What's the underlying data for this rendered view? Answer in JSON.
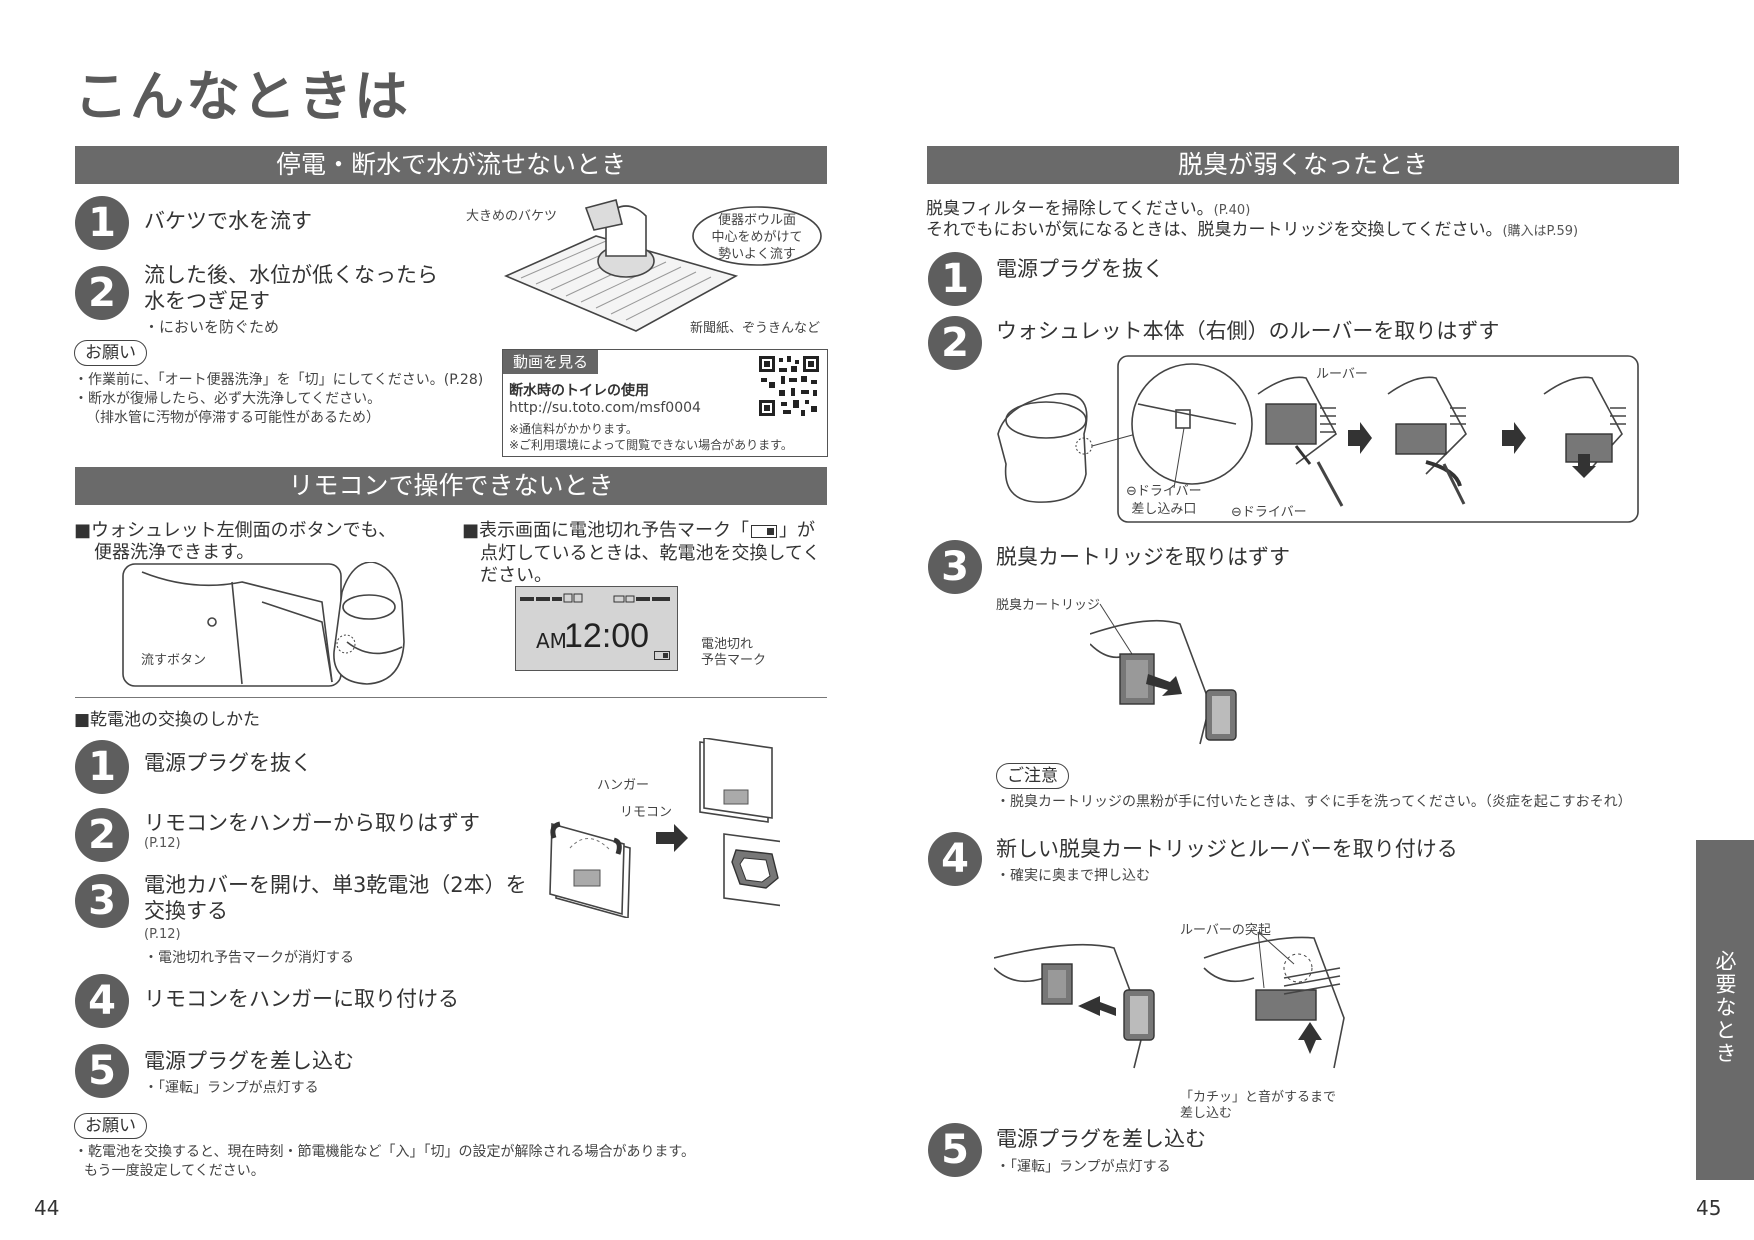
{
  "page_title": "こんなときは",
  "left": {
    "section1": {
      "title": "停電・断水で水が流せないとき",
      "step1": "バケツで水を流す",
      "step2_line1": "流した後、水位が低くなったら",
      "step2_line2": "水をつぎ足す",
      "step2_note": "・においを防ぐため",
      "fig_bucket_label": "大きめのバケツ",
      "fig_balloon": [
        "便器ボウル面",
        "中心をめがけて",
        "勢いよく流す"
      ],
      "fig_paper_label": "新聞紙、ぞうきんなど",
      "request_label": "お願い",
      "request_notes": [
        "・作業前に、「オート便器洗浄」を「切」にしてください。(P.28)",
        "・断水が復帰したら、必ず大洗浄してください。",
        "（排水管に汚物が停滞する可能性があるため）"
      ],
      "video": {
        "tag": "動画を見る",
        "title": "断水時のトイレの使用",
        "url": "http://su.toto.com/msf0004",
        "note1": "※通信料がかかります。",
        "note2": "※ご利用環境によって閲覧できない場合があります。"
      }
    },
    "section2": {
      "title": "リモコンで操作できないとき",
      "bullet1_line1": "■ウォシュレット左側面のボタンでも、",
      "bullet1_line2": "便器洗浄できます。",
      "flush_button_label": "流すボタン",
      "bullet2_line1": "■表示画面に電池切れ予告マーク「",
      "bullet2_line1_end": "」が",
      "bullet2_line2": "点灯しているときは、乾電池を交換してく",
      "bullet2_line3": "ださい。",
      "display_am": "AM",
      "display_time": "12:00",
      "battery_mark_label": [
        "電池切れ",
        "予告マーク"
      ],
      "battery_heading": "■乾電池の交換のしかた",
      "steps": [
        {
          "num": "1",
          "text": "電源プラグを抜く"
        },
        {
          "num": "2",
          "text": "リモコンをハンガーから取りはずす",
          "ref": "(P.12)"
        },
        {
          "num": "3",
          "text_line1": "電池カバーを開け、単3乾電池（2本）を",
          "text_line2": "交換する",
          "ref": "(P.12)",
          "note": "・電池切れ予告マークが消灯する"
        },
        {
          "num": "4",
          "text": "リモコンをハンガーに取り付ける"
        },
        {
          "num": "5",
          "text": "電源プラグを差し込む",
          "note": "・「運転」ランプが点灯する"
        }
      ],
      "hanger_label": "ハンガー",
      "remote_label": "リモコン",
      "request_label": "お願い",
      "request_note_line1": "・乾電池を交換すると、現在時刻・節電機能など「入」「切」の設定が解除される場合があります。",
      "request_note_line2": "もう一度設定してください。"
    },
    "page_number": "44"
  },
  "right": {
    "title": "脱臭が弱くなったとき",
    "intro_line1": "脱臭フィルターを掃除してください。",
    "intro_line1_ref": "(P.40)",
    "intro_line2": "それでもにおいが気になるときは、脱臭カートリッジを交換してください。",
    "intro_line2_ref": "(購入はP.59)",
    "steps": [
      {
        "num": "1",
        "text": "電源プラグを抜く"
      },
      {
        "num": "2",
        "text": "ウォシュレット本体（右側）のルーバーを取りはずす"
      },
      {
        "num": "3",
        "text": "脱臭カートリッジを取りはずす"
      },
      {
        "num": "4",
        "text": "新しい脱臭カートリッジとルーバーを取り付ける",
        "note": "・確実に奥まで押し込む"
      },
      {
        "num": "5",
        "text": "電源プラグを差し込む",
        "note": "・「運転」ランプが点灯する"
      }
    ],
    "louver_label": "ルーバー",
    "driver_slot_label": [
      "⊖ドライバー",
      "差し込み口"
    ],
    "driver_label": "⊖ドライバー",
    "cartridge_label": "脱臭カートリッジ",
    "caution_label": "ご注意",
    "caution_note": "・脱臭カートリッジの黒粉が手に付いたときは、すぐに手を洗ってください。（炎症を起こすおそれ）",
    "louver_tab_label": "ルーバーの突起",
    "click_label": [
      "「カチッ」と音がするまで",
      "差し込む"
    ],
    "page_number": "45",
    "side_tab": "必要なとき"
  }
}
